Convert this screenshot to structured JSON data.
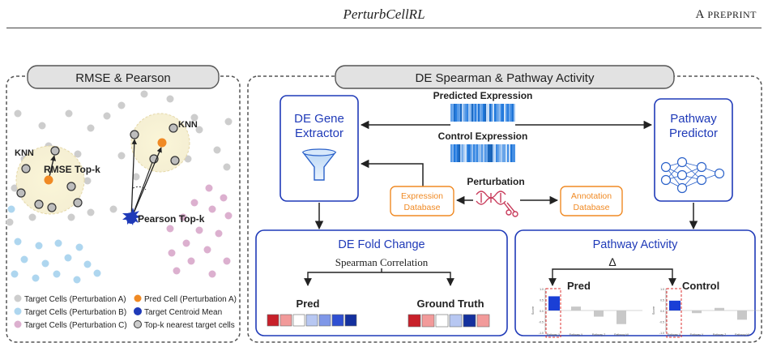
{
  "header": {
    "title": "PerturbCellRL",
    "right_first": "A ",
    "right_rest": "Preprint"
  },
  "left_panel": {
    "title": "RMSE & Pearson",
    "knn1": "KNN",
    "knn2": "KNN",
    "rmse_topk": "RMSE Top-k",
    "pearson_topk": "Pearson Top-k",
    "legend": [
      {
        "label": "Target Cells (Perturbation A)",
        "color": "#c9c9c9"
      },
      {
        "label": "Pred Cell (Perturbation A)",
        "color": "#f08a24"
      },
      {
        "label": "Target Cells (Perturbation B)",
        "color": "#a9d4ee"
      },
      {
        "label": "Target Centroid Mean",
        "color": "#1f3ab8"
      },
      {
        "label": "Target Cells (Perturbation C)",
        "color": "#dcaacb"
      },
      {
        "label": "Top-k nearest target cells",
        "color": "#c9c9c9"
      }
    ]
  },
  "right_panel": {
    "title": "DE Spearman & Pathway Activity",
    "predicted_expression": "Predicted Expression",
    "control_expression": "Control Expression",
    "de_extractor": "DE Gene Extractor",
    "pathway_predictor": "Pathway Predictor",
    "perturbation": "Perturbation",
    "expression_database": "Expression Database",
    "annotation_database": "Annotation Database",
    "de_fold_change": {
      "title": "DE Fold Change",
      "spearman": "Spearman Correlation",
      "pred": "Pred",
      "ground_truth": "Ground Truth",
      "pred_colors": [
        "#c8202a",
        "#f29a9a",
        "#ffffff",
        "#b7c7f2",
        "#7f97e8",
        "#2f4fd2",
        "#13309e"
      ],
      "gt_colors": [
        "#c8202a",
        "#f29a9a",
        "#ffffff",
        "#b7c7f2",
        "#13309e",
        "#f29a9a"
      ]
    },
    "pathway_activity": {
      "title": "Pathway Activity",
      "delta": "Δ",
      "pred": "Pred",
      "control": "Control",
      "y_axis_label": "Score",
      "y_ticks": [
        "1.0",
        "0.5",
        "0.0",
        "-0.5",
        "-1.0"
      ],
      "categories": [
        "Pathway X",
        "Pathway Y",
        "Pathway Z",
        "Pathway W"
      ],
      "pred_values": [
        0.65,
        0.18,
        -0.28,
        -0.62
      ],
      "control_values": [
        0.45,
        -0.12,
        0.12,
        -0.42
      ],
      "highlight_color": "#1a3fd6",
      "bar_color": "#c8c8c8"
    }
  }
}
